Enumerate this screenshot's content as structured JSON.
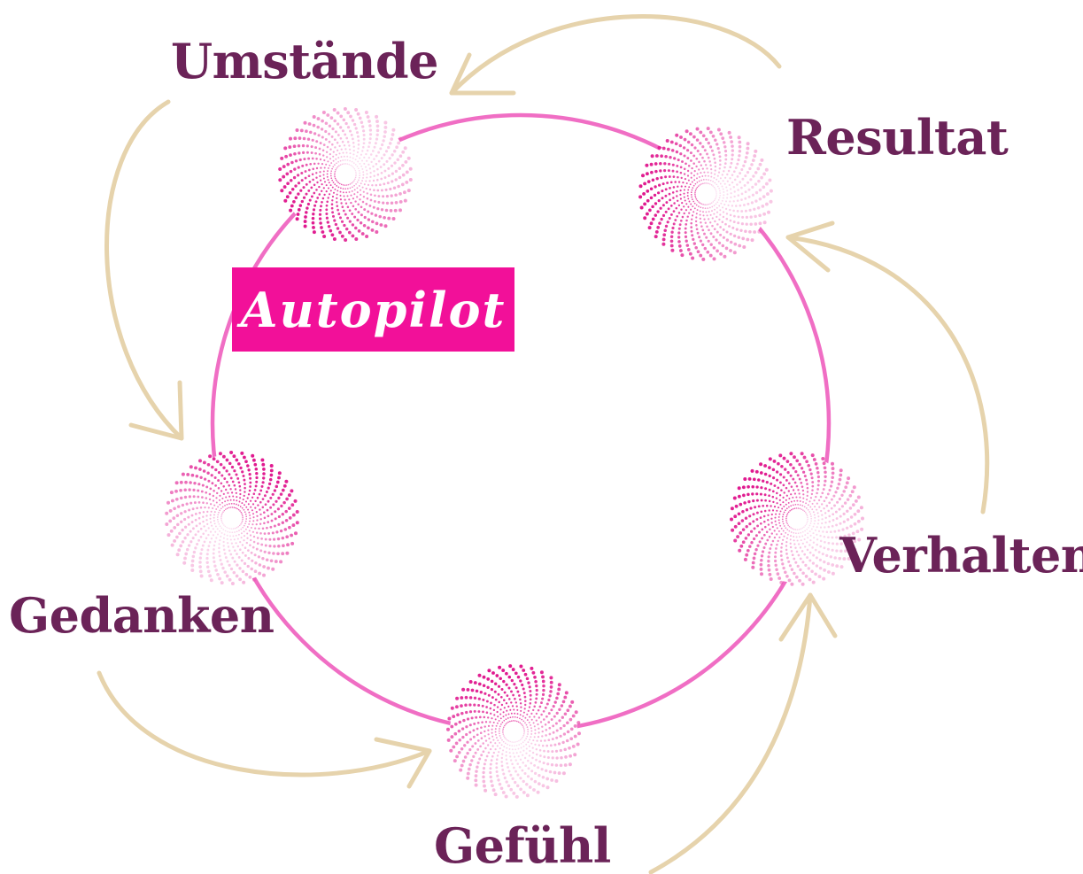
{
  "center_label": "Autopilot",
  "stages": [
    {
      "id": "umstaende",
      "label": "Umstände"
    },
    {
      "id": "resultat",
      "label": "Resultat"
    },
    {
      "id": "verhalten",
      "label": "Verhalten"
    },
    {
      "id": "gefuehl",
      "label": "Gefühl"
    },
    {
      "id": "gedanken",
      "label": "Gedanken"
    }
  ],
  "colors": {
    "label_text": "#6b2358",
    "circle": "#f06ec4",
    "autopilot_box": "#f21099",
    "autopilot_text": "#ffffff",
    "arrows": "#e6d3ac",
    "spiral_inner": "#f5a6d8",
    "spiral_outer": "#e0198f"
  }
}
